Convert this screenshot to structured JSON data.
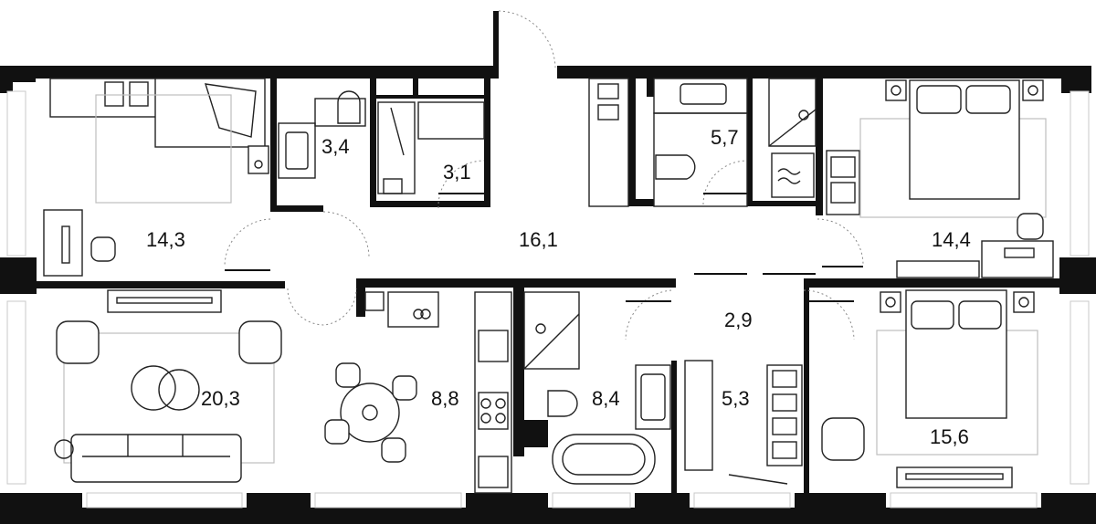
{
  "rooms": [
    {
      "id": "bedroom-left-top",
      "area": "14,3"
    },
    {
      "id": "bathroom-small",
      "area": "3,4"
    },
    {
      "id": "wardrobe",
      "area": "3,1"
    },
    {
      "id": "hall",
      "area": "16,1"
    },
    {
      "id": "bathroom-master",
      "area": "5,7"
    },
    {
      "id": "bedroom-right-top",
      "area": "14,4"
    },
    {
      "id": "living-room",
      "area": "20,3"
    },
    {
      "id": "kitchen",
      "area": "8,8"
    },
    {
      "id": "bathroom-large",
      "area": "8,4"
    },
    {
      "id": "corridor",
      "area": "2,9"
    },
    {
      "id": "storage",
      "area": "5,3"
    },
    {
      "id": "bedroom-right-bottom",
      "area": "15,6"
    }
  ]
}
